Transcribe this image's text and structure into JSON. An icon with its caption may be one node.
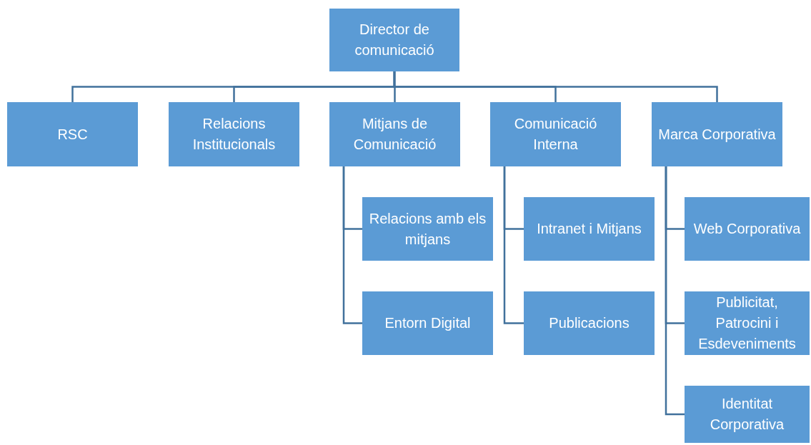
{
  "diagram": {
    "nodes": [
      {
        "text": [
          "Director de comunicació"
        ]
      },
      {
        "text": [
          "RSC"
        ]
      },
      {
        "text": [
          "Relacions Institucionals"
        ]
      },
      {
        "text": [
          "Mitjans de Comunicació"
        ]
      },
      {
        "text": [
          "Comunicació Interna"
        ]
      },
      {
        "text": [
          "Marca Corporativa"
        ]
      },
      {
        "text": [
          "Relacions amb els mitjans"
        ]
      },
      {
        "text": [
          "Entorn Digital"
        ]
      },
      {
        "text": [
          "Intranet i Mitjans"
        ]
      },
      {
        "text": [
          "Publicacions"
        ]
      },
      {
        "text": [
          "Web Corporativa"
        ]
      },
      {
        "text": [
          "Publicitat, Patrocini i Esdeveniments"
        ]
      },
      {
        "text": [
          "Identitat Corporativa"
        ]
      }
    ],
    "edges": [
      {
        "from": 0,
        "to": 1,
        "arrow": "none"
      },
      {
        "from": 0,
        "to": 2,
        "arrow": "none"
      },
      {
        "from": 0,
        "to": 3,
        "arrow": "none"
      },
      {
        "from": 0,
        "to": 4,
        "arrow": "none"
      },
      {
        "from": 0,
        "to": 5,
        "arrow": "none"
      },
      {
        "from": 3,
        "to": 6,
        "arrow": "none"
      },
      {
        "from": 3,
        "to": 7,
        "arrow": "none"
      },
      {
        "from": 4,
        "to": 8,
        "arrow": "none"
      },
      {
        "from": 4,
        "to": 9,
        "arrow": "none"
      },
      {
        "from": 5,
        "to": 10,
        "arrow": "none"
      },
      {
        "from": 5,
        "to": 11,
        "arrow": "none"
      },
      {
        "from": 5,
        "to": 12,
        "arrow": "none"
      }
    ]
  }
}
